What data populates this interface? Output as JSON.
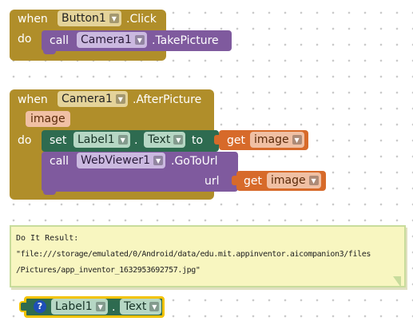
{
  "block1": {
    "when_label": "when",
    "component": "Button1",
    "event": ".Click",
    "do_label": "do",
    "call_label": "call",
    "call_component": "Camera1",
    "method": ".TakePicture"
  },
  "block2": {
    "when_label": "when",
    "component": "Camera1",
    "event": ".AfterPicture",
    "param": "image",
    "do_label": "do",
    "set_label": "set",
    "set_component": "Label1",
    "dot": ".",
    "set_property": "Text",
    "to_label": "to",
    "get_label": "get",
    "get_var": "image",
    "call_label": "call",
    "call_component": "WebViewer1",
    "method": ".GoToUrl",
    "url_label": "url",
    "url_get_label": "get",
    "url_get_var": "image"
  },
  "result": {
    "heading": "Do It Result:",
    "line1": "\"file:///storage/emulated/0/Android/data/edu.mit.appinventor.aicompanion3/files",
    "line2": "/Pictures/app_inventor_1632953692757.jpg\""
  },
  "getter": {
    "help": "?",
    "component": "Label1",
    "dot": ".",
    "property": "Text"
  },
  "icons": {
    "dropdown": "▼",
    "help": "question-icon"
  },
  "colors": {
    "event": "#b08e2a",
    "procedure": "#7f5a9e",
    "variable": "#d76a2a",
    "component_setter": "#2e6b50",
    "result_bubble": "#f8f6c0",
    "highlight": "#f2c200"
  }
}
